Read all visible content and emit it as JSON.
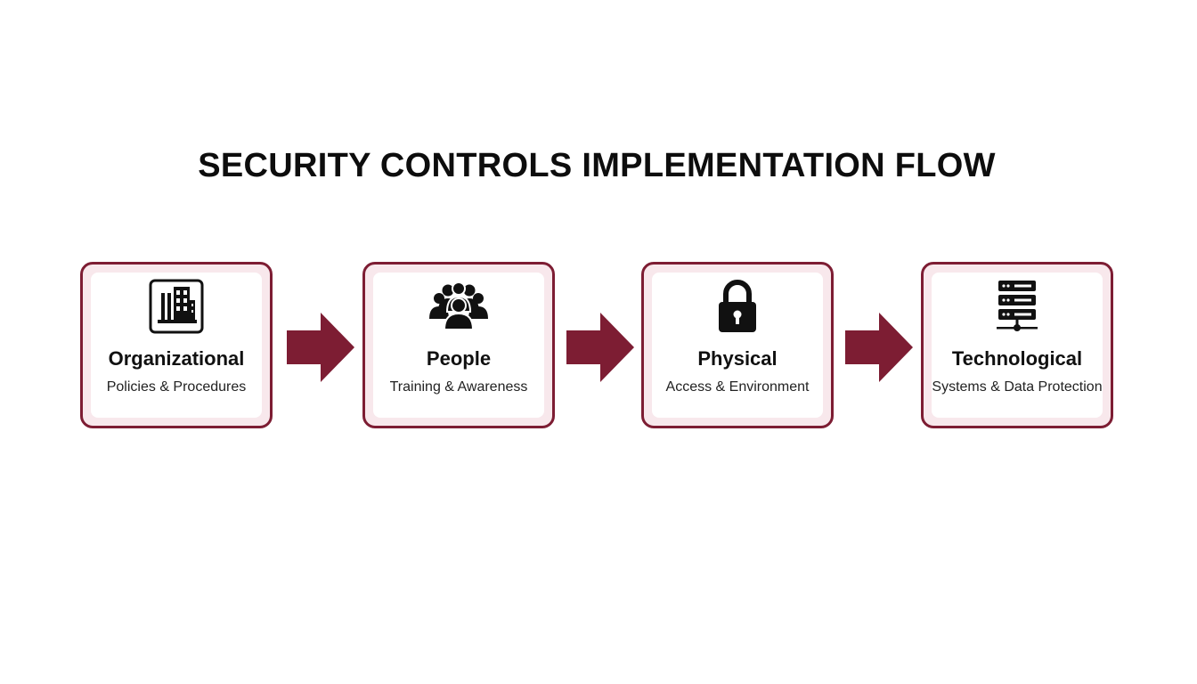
{
  "diagram": {
    "title": "SECURITY CONTROLS IMPLEMENTATION FLOW",
    "accent_color": "#7d1d33",
    "steps": [
      {
        "title": "Organizational",
        "subtitle": "Policies & Procedures",
        "icon": "building-icon"
      },
      {
        "title": "People",
        "subtitle": "Training & Awareness",
        "icon": "people-group-icon"
      },
      {
        "title": "Physical",
        "subtitle": "Access & Environment",
        "icon": "padlock-icon"
      },
      {
        "title": "Technological",
        "subtitle": "Systems & Data Protection",
        "icon": "server-icon"
      }
    ]
  }
}
